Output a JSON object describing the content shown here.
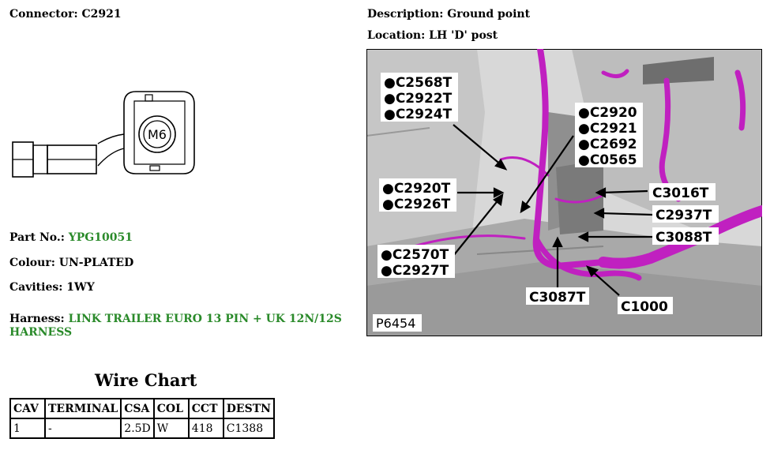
{
  "connector": {
    "label": "Connector:",
    "value": "C2921"
  },
  "description": {
    "label": "Description:",
    "value": "Ground point"
  },
  "location": {
    "label": "Location:",
    "value": "LH 'D' post"
  },
  "part_no": {
    "label": "Part No.:",
    "value": "YPG10051"
  },
  "colour": {
    "label": "Colour:",
    "value": "UN-PLATED"
  },
  "cavities": {
    "label": "Cavities:",
    "value": "1WY"
  },
  "harness": {
    "label": "Harness:",
    "value": "LINK TRAILER EURO 13 PIN + UK 12N/12S",
    "value_line2": "HARNESS"
  },
  "connector_drawing": {
    "stud_label": "M6"
  },
  "wire_chart": {
    "title": "Wire Chart",
    "headers": [
      "CAV",
      "TERMINAL",
      "CSA",
      "COL",
      "CCT",
      "DESTN"
    ],
    "rows": [
      [
        "1",
        "-",
        "2.5D",
        "W",
        "418",
        "C1388"
      ]
    ]
  },
  "photo": {
    "id": "P6454",
    "callouts": {
      "group_a": [
        "C2568T",
        "C2922T",
        "C2924T"
      ],
      "group_b": [
        "C2920",
        "C2921",
        "C2692",
        "C0565"
      ],
      "group_c": [
        "C2920T",
        "C2926T"
      ],
      "group_d": [
        "C2570T",
        "C2927T"
      ],
      "c3016t": "C3016T",
      "c2937t": "C2937T",
      "c3088t": "C3088T",
      "c3087t": "C3087T",
      "c1000": "C1000"
    }
  },
  "colors": {
    "accent_green": "#2a8a2a",
    "harness_magenta": "#c020c0"
  }
}
